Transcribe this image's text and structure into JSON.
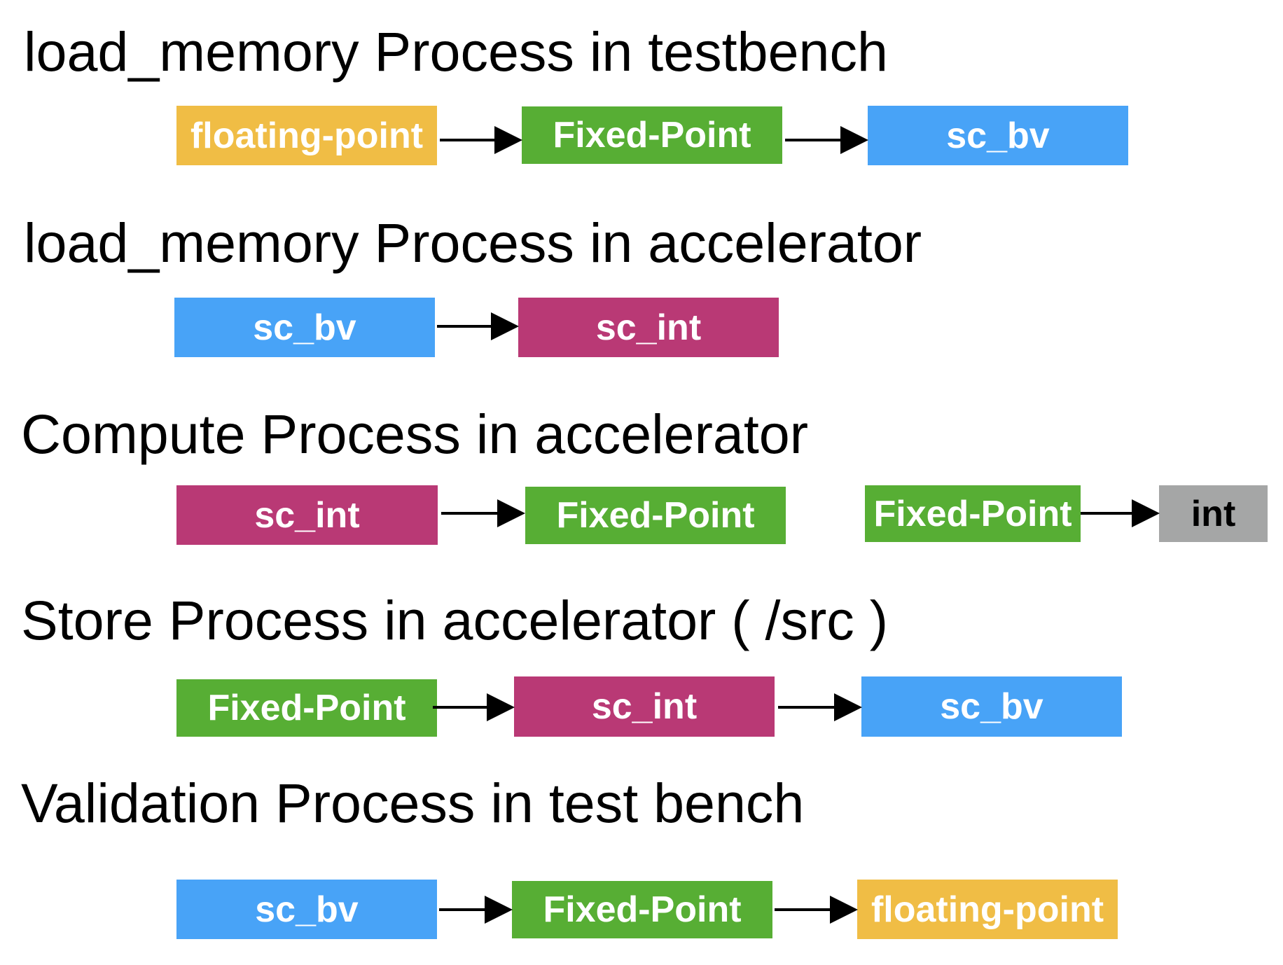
{
  "headings": {
    "load_tb": "load_memory Process in testbench",
    "load_acc": "load_memory Process in accelerator",
    "compute": "Compute Process in accelerator",
    "store": "Store Process in accelerator ( /src )",
    "validation": "Validation Process in test bench"
  },
  "boxes": {
    "r1_floating": "floating-point",
    "r1_fixed": "Fixed-Point",
    "r1_bv": "sc_bv",
    "r2_bv": "sc_bv",
    "r2_int": "sc_int",
    "r3_int": "sc_int",
    "r3_fixed": "Fixed-Point",
    "r3_fixed2": "Fixed-Point",
    "r3_plain_int": "int",
    "r4_fixed": "Fixed-Point",
    "r4_int": "sc_int",
    "r4_bv": "sc_bv",
    "r5_bv": "sc_bv",
    "r5_fixed": "Fixed-Point",
    "r5_floating": "floating-point"
  },
  "colors": {
    "floating_point": "#f0bd45",
    "fixed_point": "#57ae34",
    "sc_bv": "#48a3f7",
    "sc_int": "#b93975",
    "int": "#a5a6a6"
  }
}
